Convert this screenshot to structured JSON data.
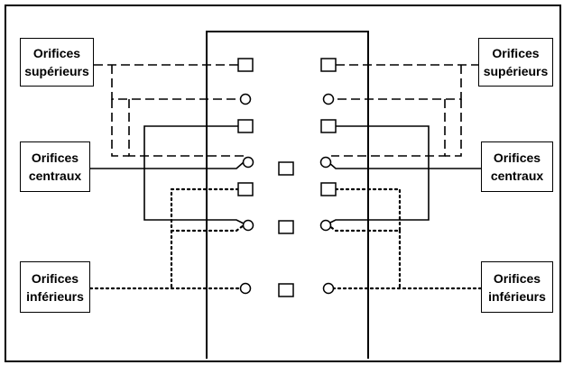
{
  "labels": {
    "upper_left": {
      "line1": "Orifices",
      "line2": "supérieurs"
    },
    "upper_right": {
      "line1": "Orifices",
      "line2": "supérieurs"
    },
    "center_left": {
      "line1": "Orifices",
      "line2": "centraux"
    },
    "center_right": {
      "line1": "Orifices",
      "line2": "centraux"
    },
    "lower_left": {
      "line1": "Orifices",
      "line2": "inférieurs"
    },
    "lower_right": {
      "line1": "Orifices",
      "line2": "inférieurs"
    }
  },
  "colors": {
    "line": "#000000",
    "background": "#ffffff"
  }
}
